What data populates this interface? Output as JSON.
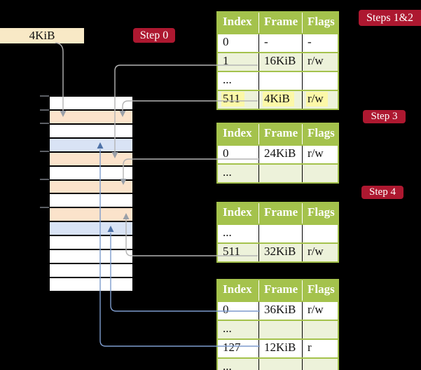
{
  "legend": {
    "label": "4KiB"
  },
  "badges": {
    "step0": "Step 0",
    "steps12": "Steps 1&2",
    "step3": "Step 3",
    "step4": "Step 4"
  },
  "tables": [
    {
      "id": "level1",
      "headers": [
        "Index",
        "Frame",
        "Flags"
      ],
      "rows": [
        {
          "cells": [
            "0",
            "-",
            "-"
          ],
          "shaded": false,
          "highlight": false
        },
        {
          "cells": [
            "1",
            "16KiB",
            "r/w"
          ],
          "shaded": true,
          "highlight": false
        },
        {
          "cells": [
            "...",
            "",
            ""
          ],
          "shaded": false,
          "highlight": false
        },
        {
          "cells": [
            "511",
            "4KiB",
            "r/w"
          ],
          "shaded": true,
          "highlight": true
        }
      ]
    },
    {
      "id": "level2",
      "headers": [
        "Index",
        "Frame",
        "Flags"
      ],
      "rows": [
        {
          "cells": [
            "0",
            "24KiB",
            "r/w"
          ],
          "shaded": false,
          "highlight": false
        },
        {
          "cells": [
            "...",
            "",
            ""
          ],
          "shaded": true,
          "highlight": false
        }
      ]
    },
    {
      "id": "level3",
      "headers": [
        "Index",
        "Frame",
        "Flags"
      ],
      "rows": [
        {
          "cells": [
            "...",
            "",
            ""
          ],
          "shaded": false,
          "highlight": false
        },
        {
          "cells": [
            "511",
            "32KiB",
            "r/w"
          ],
          "shaded": true,
          "highlight": false
        }
      ]
    },
    {
      "id": "level4",
      "headers": [
        "Index",
        "Frame",
        "Flags"
      ],
      "rows": [
        {
          "cells": [
            "0",
            "36KiB",
            "r/w"
          ],
          "shaded": false,
          "highlight": false
        },
        {
          "cells": [
            "...",
            "",
            ""
          ],
          "shaded": true,
          "highlight": false
        },
        {
          "cells": [
            "127",
            "12KiB",
            "r"
          ],
          "shaded": false,
          "highlight": false
        },
        {
          "cells": [
            "...",
            "",
            ""
          ],
          "shaded": true,
          "highlight": false
        }
      ]
    }
  ],
  "memory": {
    "cells": [
      "white",
      "orange",
      "white",
      "blue",
      "orange",
      "white",
      "orange",
      "white",
      "orange",
      "blue",
      "white",
      "white",
      "white",
      "white"
    ]
  },
  "connectors": [
    {
      "from": "legend-4kib-box",
      "to": "memory-frame-4kib",
      "color": "gray"
    },
    {
      "from": "table1-row-1-16kib",
      "to": "memory-frame-16kib",
      "color": "gray"
    },
    {
      "from": "table1-row-511-4kib",
      "to": "memory-frame-4kib",
      "color": "gray"
    },
    {
      "from": "table2-row-0-24kib",
      "to": "memory-frame-24kib",
      "color": "gray"
    },
    {
      "from": "table3-row-511-32kib",
      "to": "memory-frame-32kib",
      "color": "gray"
    },
    {
      "from": "table4-row-0-36kib",
      "to": "memory-frame-36kib",
      "color": "blue"
    },
    {
      "from": "table4-row-127-12kib",
      "to": "memory-frame-12kib",
      "color": "blue"
    }
  ],
  "colors": {
    "badge_red": "#ad1830",
    "table_header_green": "#a4c24c",
    "table_row_green": "#edf2da",
    "frame_orange": "#fbe3cb",
    "frame_blue": "#d9e3f5",
    "legend_cream": "#f8e9c6",
    "highlight_yellow": "#fcf8a8",
    "line_gray": "#b4b4b4",
    "line_blue": "#7e9ccd"
  }
}
